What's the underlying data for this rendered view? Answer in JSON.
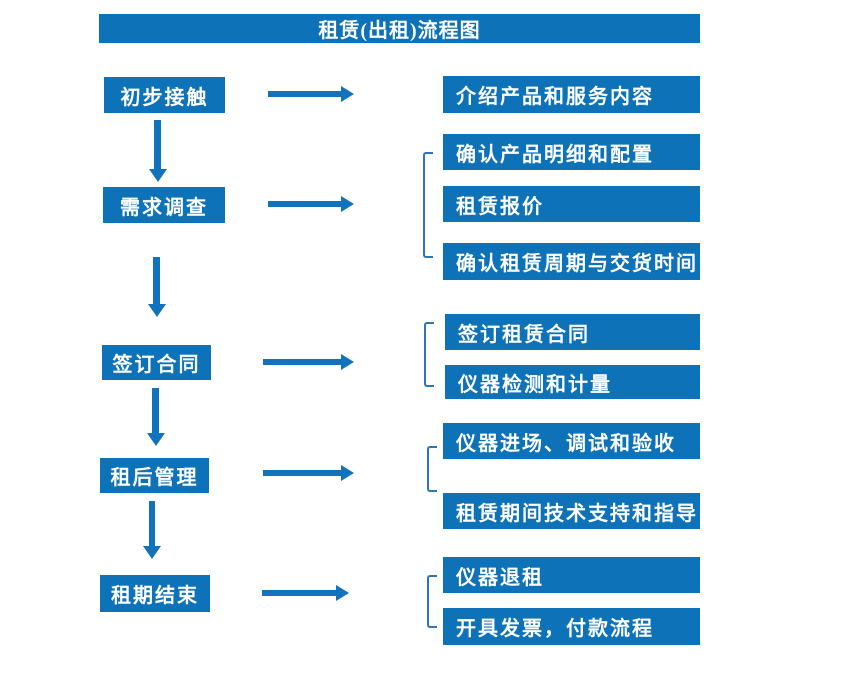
{
  "title": "租赁(出租)流程图",
  "colors": {
    "box_blue": "#0d72b8",
    "arrow_blue": "#1173bc",
    "bracket_blue": "#2e75b6",
    "text_white": "#ffffff",
    "background": "#ffffff"
  },
  "steps": [
    {
      "label": "初步接触",
      "outputs": [
        "介绍产品和服务内容"
      ]
    },
    {
      "label": "需求调查",
      "outputs": [
        "确认产品明细和配置",
        "租赁报价",
        "确认租赁周期与交货时间"
      ]
    },
    {
      "label": "签订合同",
      "outputs": [
        "签订租赁合同",
        "仪器检测和计量"
      ]
    },
    {
      "label": "租后管理",
      "outputs": [
        "仪器进场、调试和验收",
        "租赁期间技术支持和指导"
      ]
    },
    {
      "label": "租期结束",
      "outputs": [
        "仪器退租",
        "开具发票，付款流程"
      ]
    }
  ]
}
